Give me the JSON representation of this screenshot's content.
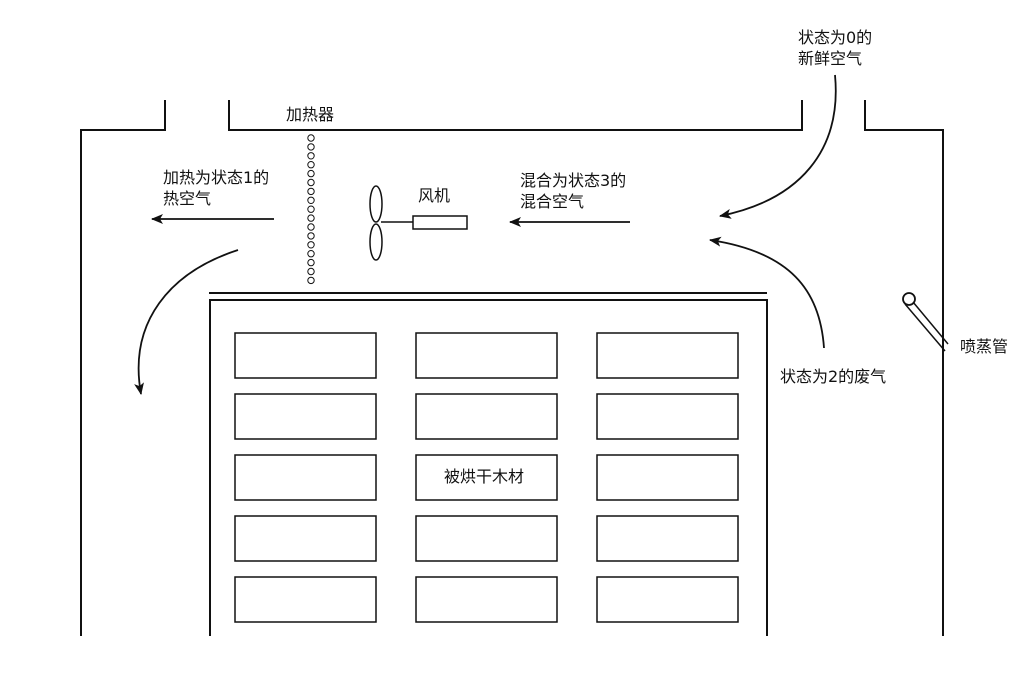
{
  "labels": {
    "heater": "加热器",
    "fan": "风机",
    "hot_air_line1": "加热为状态1的",
    "hot_air_line2": "热空气",
    "mixed_air_line1": "混合为状态3的",
    "mixed_air_line2": "混合空气",
    "fresh_air_line1": "状态为0的",
    "fresh_air_line2": "新鲜空气",
    "exhaust_air": "状态为2的废气",
    "steam_pipe": "喷蒸管",
    "wood": "被烘干木材"
  },
  "colors": {
    "line": "#111111",
    "background": "#ffffff"
  }
}
